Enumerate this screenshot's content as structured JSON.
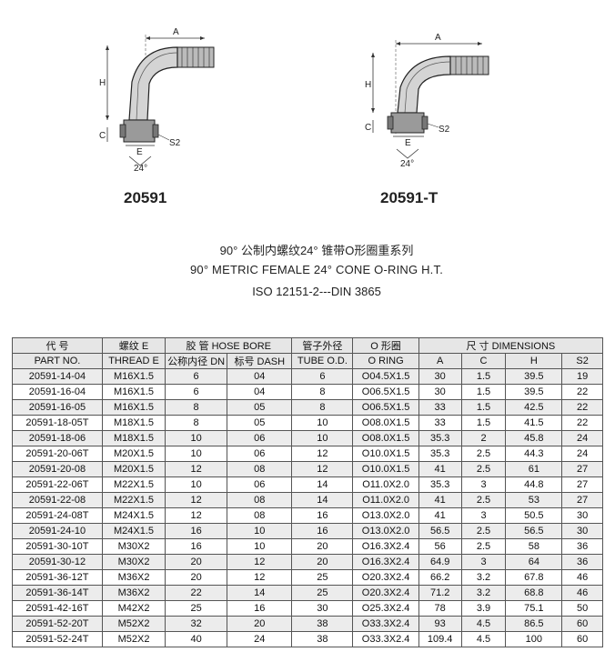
{
  "figures": [
    {
      "part": "20591",
      "labels": {
        "a": "A",
        "h": "H",
        "c": "C",
        "e": "E",
        "s2": "S2",
        "angle": "24°"
      }
    },
    {
      "part": "20591-T",
      "labels": {
        "a": "A",
        "h": "H",
        "c": "C",
        "e": "E",
        "s2": "S2",
        "angle": "24°"
      }
    }
  ],
  "title": {
    "chinese": "90° 公制内螺纹24° 锥带O形圈重系列",
    "english": "90° METRIC FEMALE 24° CONE O-RING H.T.",
    "standard": "ISO 12151-2---DIN 3865"
  },
  "table": {
    "header_row1": {
      "code": "代 号",
      "thread": "螺纹 E",
      "hose": "胶 管 HOSE BORE",
      "tube": "管子外径",
      "oring": "O 形圈",
      "dims": "尺 寸 DIMENSIONS"
    },
    "header_row2": [
      "PART NO.",
      "THREAD E",
      "公称内径 DN",
      "标号 DASH",
      "TUBE O.D.",
      "O RING",
      "A",
      "C",
      "H",
      "S2"
    ],
    "rows": [
      [
        "20591-14-04",
        "M16X1.5",
        "6",
        "04",
        "6",
        "O04.5X1.5",
        "30",
        "1.5",
        "39.5",
        "19"
      ],
      [
        "20591-16-04",
        "M16X1.5",
        "6",
        "04",
        "8",
        "O06.5X1.5",
        "30",
        "1.5",
        "39.5",
        "22"
      ],
      [
        "20591-16-05",
        "M16X1.5",
        "8",
        "05",
        "8",
        "O06.5X1.5",
        "33",
        "1.5",
        "42.5",
        "22"
      ],
      [
        "20591-18-05T",
        "M18X1.5",
        "8",
        "05",
        "10",
        "O08.0X1.5",
        "33",
        "1.5",
        "41.5",
        "22"
      ],
      [
        "20591-18-06",
        "M18X1.5",
        "10",
        "06",
        "10",
        "O08.0X1.5",
        "35.3",
        "2",
        "45.8",
        "24"
      ],
      [
        "20591-20-06T",
        "M20X1.5",
        "10",
        "06",
        "12",
        "O10.0X1.5",
        "35.3",
        "2.5",
        "44.3",
        "24"
      ],
      [
        "20591-20-08",
        "M20X1.5",
        "12",
        "08",
        "12",
        "O10.0X1.5",
        "41",
        "2.5",
        "61",
        "27"
      ],
      [
        "20591-22-06T",
        "M22X1.5",
        "10",
        "06",
        "14",
        "O11.0X2.0",
        "35.3",
        "3",
        "44.8",
        "27"
      ],
      [
        "20591-22-08",
        "M22X1.5",
        "12",
        "08",
        "14",
        "O11.0X2.0",
        "41",
        "2.5",
        "53",
        "27"
      ],
      [
        "20591-24-08T",
        "M24X1.5",
        "12",
        "08",
        "16",
        "O13.0X2.0",
        "41",
        "3",
        "50.5",
        "30"
      ],
      [
        "20591-24-10",
        "M24X1.5",
        "16",
        "10",
        "16",
        "O13.0X2.0",
        "56.5",
        "2.5",
        "56.5",
        "30"
      ],
      [
        "20591-30-10T",
        "M30X2",
        "16",
        "10",
        "20",
        "O16.3X2.4",
        "56",
        "2.5",
        "58",
        "36"
      ],
      [
        "20591-30-12",
        "M30X2",
        "20",
        "12",
        "20",
        "O16.3X2.4",
        "64.9",
        "3",
        "64",
        "36"
      ],
      [
        "20591-36-12T",
        "M36X2",
        "20",
        "12",
        "25",
        "O20.3X2.4",
        "66.2",
        "3.2",
        "67.8",
        "46"
      ],
      [
        "20591-36-14T",
        "M36X2",
        "22",
        "14",
        "25",
        "O20.3X2.4",
        "71.2",
        "3.2",
        "68.8",
        "46"
      ],
      [
        "20591-42-16T",
        "M42X2",
        "25",
        "16",
        "30",
        "O25.3X2.4",
        "78",
        "3.9",
        "75.1",
        "50"
      ],
      [
        "20591-52-20T",
        "M52X2",
        "32",
        "20",
        "38",
        "O33.3X2.4",
        "93",
        "4.5",
        "86.5",
        "60"
      ],
      [
        "20591-52-24T",
        "M52X2",
        "40",
        "24",
        "38",
        "O33.3X2.4",
        "109.4",
        "4.5",
        "100",
        "60"
      ]
    ]
  }
}
